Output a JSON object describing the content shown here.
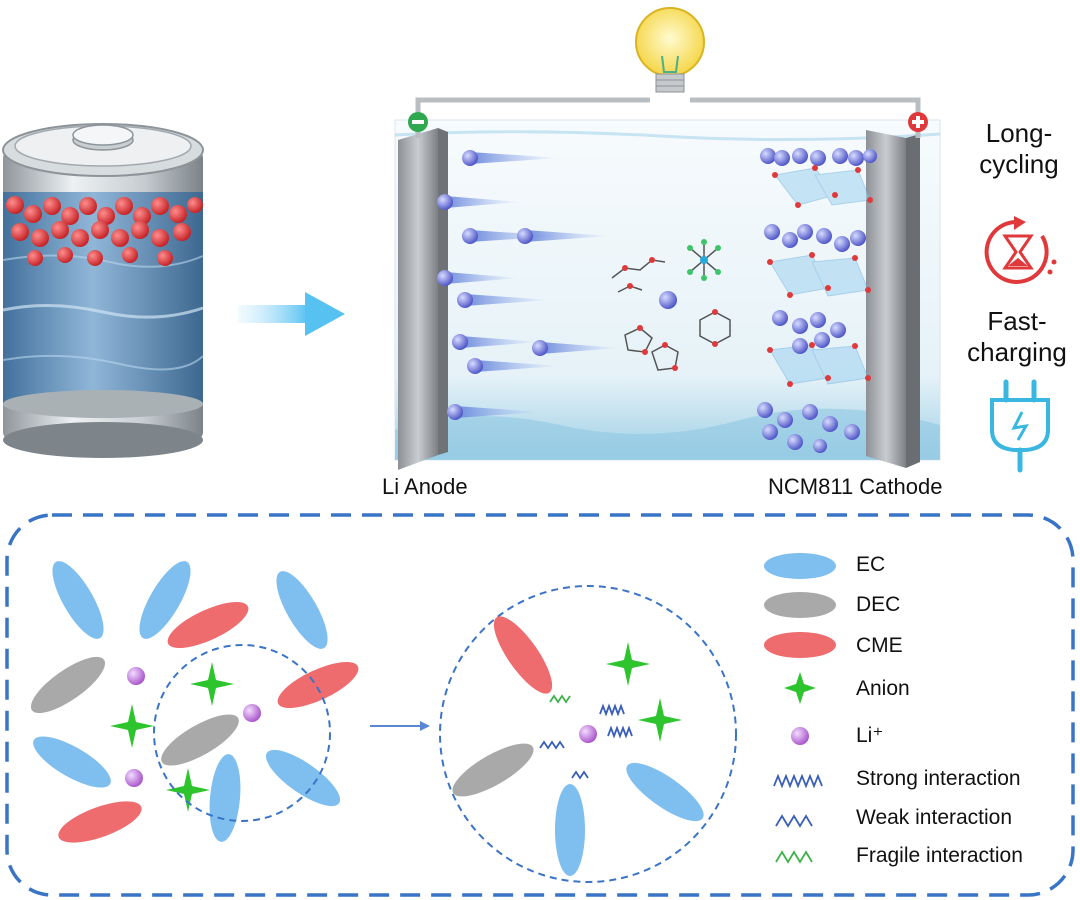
{
  "colors": {
    "ec": "#7fbfef",
    "dec": "#a9a9a9",
    "cme": "#ee6b6e",
    "anion": "#2ec42e",
    "li": "#c98ce0",
    "strong": "#3a5fb8",
    "weak": "#3a5fb8",
    "fragile": "#3fb24a",
    "frame": "#3a74c6",
    "red_accent": "#e0393b",
    "plug": "#3ab7e0"
  },
  "cell": {
    "anode_label": "Li Anode",
    "cathode_label": "NCM811 Cathode",
    "minus_symbol": "−",
    "plus_symbol": "+"
  },
  "features": [
    {
      "label": "Long-\ncycling",
      "icon": "hourglass-cycle-icon"
    },
    {
      "label": "Fast-\ncharging",
      "icon": "plug-icon"
    }
  ],
  "legend": [
    {
      "key": "ec",
      "label": "EC"
    },
    {
      "key": "dec",
      "label": "DEC"
    },
    {
      "key": "cme",
      "label": "CME"
    },
    {
      "key": "anion",
      "label": "Anion"
    },
    {
      "key": "li",
      "label": "Li⁺"
    },
    {
      "key": "strong",
      "label": "Strong interaction"
    },
    {
      "key": "weak",
      "label": "Weak interaction"
    },
    {
      "key": "fragile",
      "label": "Fragile interaction"
    }
  ]
}
